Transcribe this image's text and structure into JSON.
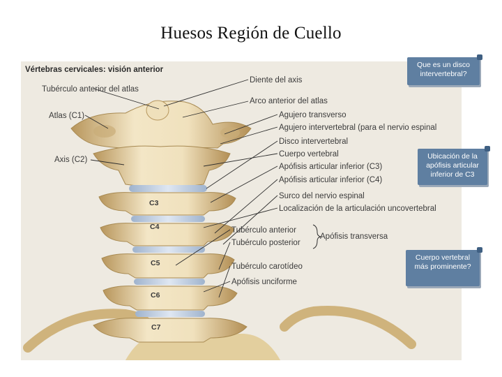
{
  "slide": {
    "title": "Huesos Región de Cuello"
  },
  "figure": {
    "heading": "Vértebras cervicales: visión anterior",
    "left_labels": [
      "Tubérculo anterior del atlas",
      "Atlas (C1)",
      "Axis (C2)"
    ],
    "right_labels": [
      "Diente del axis",
      "Arco anterior del atlas",
      "Agujero transverso",
      "Agujero intervertebral (para el nervio espinal",
      "Disco intervertebral",
      "Cuerpo vertebral",
      "Apófisis articular inferior (C3)",
      "Apófisis articular inferior (C4)",
      "Surco del nervio espinal",
      "Localización de la articulación uncovertebral",
      "Tubérculo anterior",
      "Tubérculo posterior",
      "Tubérculo carotídeo",
      "Apófisis unciforme"
    ],
    "brace_label": "Apófisis transversa",
    "vertebra_labels": [
      "C3",
      "C4",
      "C5",
      "C6",
      "C7"
    ]
  },
  "notes": [
    {
      "text": "Que es un disco intervertebral?"
    },
    {
      "text": "Ubicación de la apófisis articular inferior de C3"
    },
    {
      "text": "Cuerpo vertebral más prominente?"
    }
  ],
  "colors": {
    "bone": "#ecdcb4",
    "bone_shadow": "#c9ad78",
    "disc": "#c2d0e3",
    "note_fill": "#5f7fa1"
  }
}
